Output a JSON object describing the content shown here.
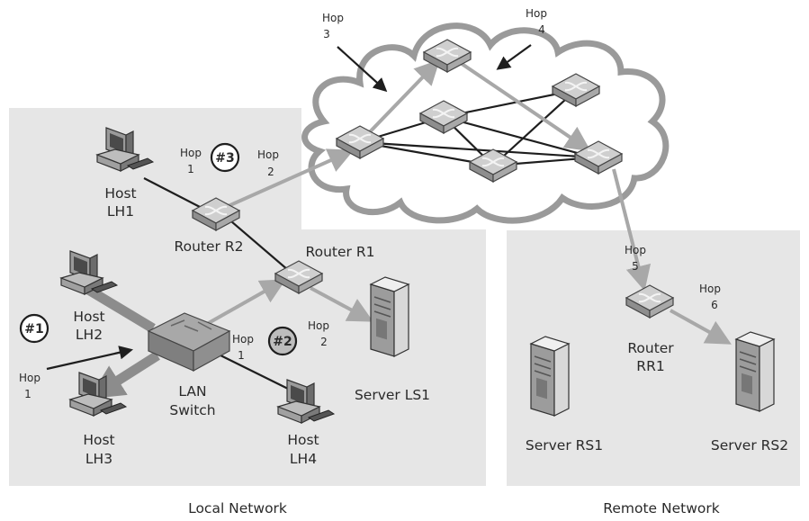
{
  "colors": {
    "panel": "#e6e6e6",
    "cloud_outline": "#9a9a9a",
    "device_gray": "#b8b8b8",
    "line_dark": "#1e1e1e",
    "arrow_gray": "#a8a8a8"
  },
  "regions": {
    "local_label": "Local Network",
    "remote_label": "Remote Network"
  },
  "devices": {
    "host_lh1": [
      "Host",
      "LH1"
    ],
    "host_lh2": [
      "Host",
      "LH2"
    ],
    "host_lh3": [
      "Host",
      "LH3"
    ],
    "host_lh4": [
      "Host",
      "LH4"
    ],
    "router_r2": "Router R2",
    "router_r1": "Router R1",
    "router_rr1": [
      "Router",
      "RR1"
    ],
    "lan_switch": [
      "LAN",
      "Switch"
    ],
    "server_ls1": "Server LS1",
    "server_rs1": "Server RS1",
    "server_rs2": "Server RS2"
  },
  "hops": {
    "h3_word": "Hop",
    "h3_num": "3",
    "h4_word": "Hop",
    "h4_num": "4",
    "r2_in_word": "Hop",
    "r2_in_num": "1",
    "r2_out_word": "Hop",
    "r2_out_num": "2",
    "sw_in_word": "Hop",
    "sw_in_num": "1",
    "r1_in_word": "Hop",
    "r1_in_num": "1",
    "r1_out_word": "Hop",
    "r1_out_num": "2",
    "rr1_in_word": "Hop",
    "rr1_in_num": "5",
    "rr1_out_word": "Hop",
    "rr1_out_num": "6"
  },
  "badges": {
    "b1": "#1",
    "b2": "#2",
    "b3": "#3"
  }
}
